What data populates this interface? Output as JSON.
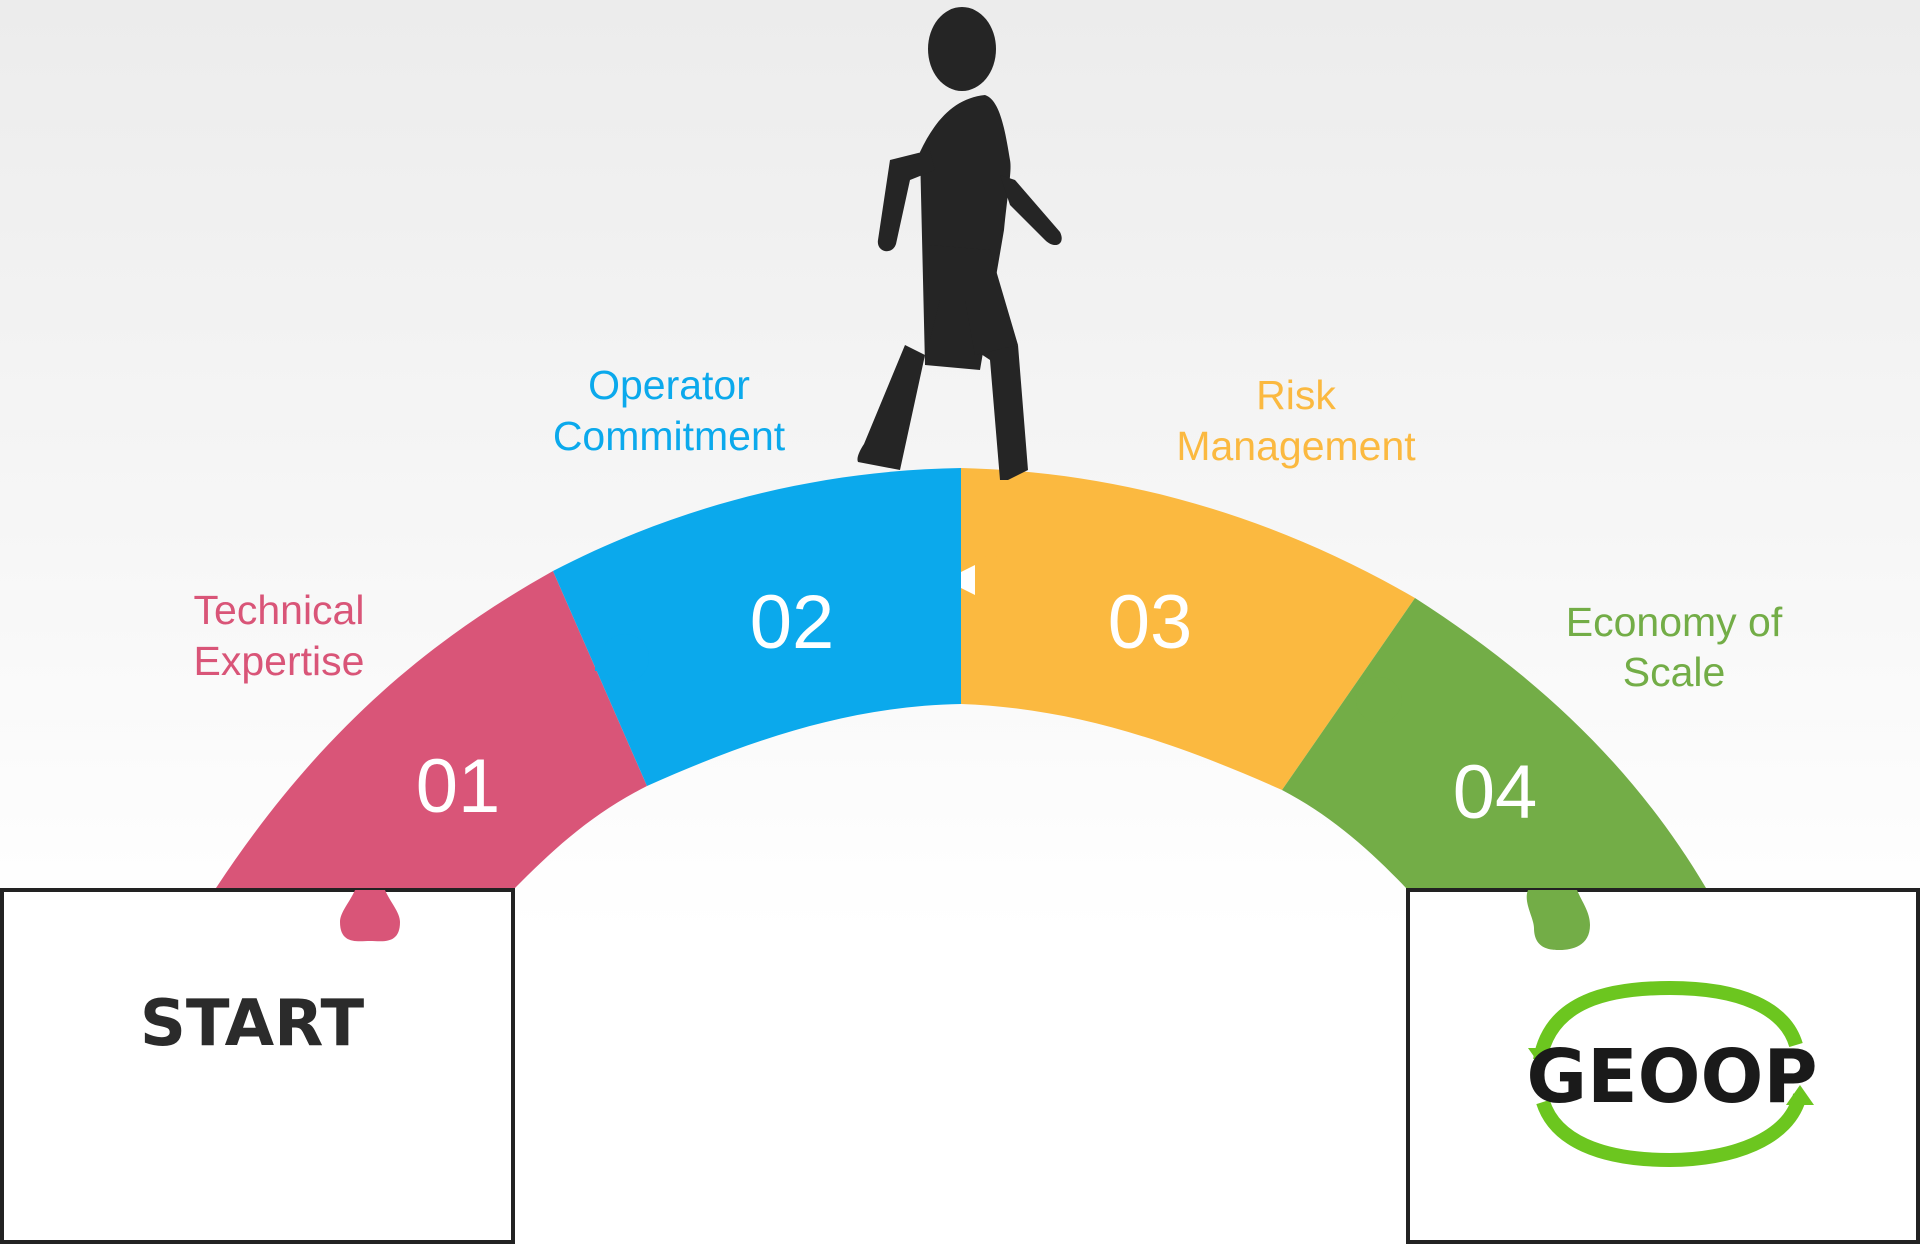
{
  "segments": [
    {
      "number": "01",
      "label_lines": [
        "Technical",
        "Expertise"
      ],
      "color": "#d95578"
    },
    {
      "number": "02",
      "label_lines": [
        "Operator",
        "Commitment"
      ],
      "color": "#0ba9ec"
    },
    {
      "number": "03",
      "label_lines": [
        "Risk",
        "Management"
      ],
      "color": "#fbb940"
    },
    {
      "number": "04",
      "label_lines": [
        "Economy of",
        "Scale"
      ],
      "color": "#73ad47"
    }
  ],
  "start_box": {
    "label": "START"
  },
  "end_box": {
    "logo_text": "GEOOP",
    "logo_arrow_color": "#6cc61f"
  },
  "figure": {
    "icon": "walking-person-icon",
    "color": "#252525"
  }
}
